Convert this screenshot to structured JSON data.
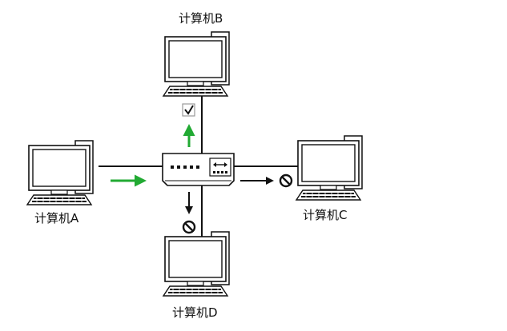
{
  "computers": {
    "a": {
      "label": "计算机A"
    },
    "b": {
      "label": "计算机B"
    },
    "c": {
      "label": "计算机C"
    },
    "d": {
      "label": "计算机D"
    }
  },
  "device": {
    "name": "switch",
    "icon": "bidirectional-arrow-icon"
  },
  "colors": {
    "line": "#111111",
    "allowed_arrow": "#22aa33",
    "blocked_arrow": "#111111"
  },
  "flows": [
    {
      "from": "a",
      "to": "switch",
      "status": "sent"
    },
    {
      "from": "switch",
      "to": "b",
      "status": "delivered",
      "marker": "check-icon"
    },
    {
      "from": "switch",
      "to": "c",
      "status": "blocked",
      "marker": "prohibited-icon"
    },
    {
      "from": "switch",
      "to": "d",
      "status": "blocked",
      "marker": "prohibited-icon"
    }
  ]
}
